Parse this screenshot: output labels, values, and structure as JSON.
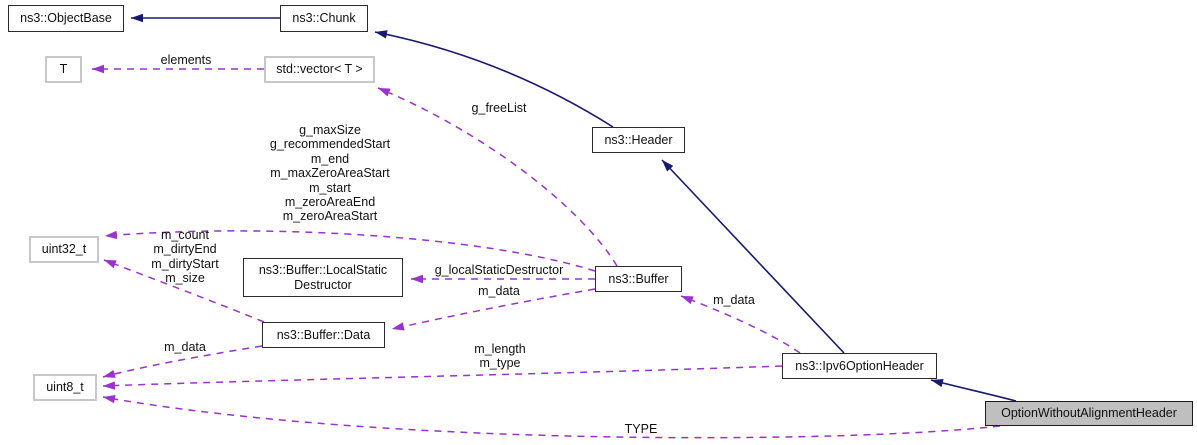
{
  "diagram": {
    "kind": "doxygen-collaboration-graph",
    "nodes": {
      "object_base": {
        "label": "ns3::ObjectBase"
      },
      "chunk": {
        "label": "ns3::Chunk"
      },
      "t_param": {
        "label": "T"
      },
      "vector": {
        "label": "std::vector< T >"
      },
      "header": {
        "label": "ns3::Header"
      },
      "uint32": {
        "label": "uint32_t"
      },
      "local_static_destructor": {
        "label": "ns3::Buffer::LocalStatic\nDestructor"
      },
      "buffer": {
        "label": "ns3::Buffer"
      },
      "buffer_data": {
        "label": "ns3::Buffer::Data"
      },
      "uint8": {
        "label": "uint8_t"
      },
      "ipv6_option_header": {
        "label": "ns3::Ipv6OptionHeader"
      },
      "option_without_alignment_header": {
        "label": "OptionWithoutAlignmentHeader"
      }
    },
    "edge_labels": {
      "elements": "elements",
      "g_free_list": "g_freeList",
      "buffer_uint32_members": "g_maxSize\ng_recommendedStart\nm_end\nm_maxZeroAreaStart\nm_start\nm_zeroAreaEnd\nm_zeroAreaStart",
      "bufferdata_uint32_members": "m_count\nm_dirtyEnd\nm_dirtyStart\nm_size",
      "g_local_static_destructor": "g_localStaticDestructor",
      "buffer_m_data": "m_data",
      "ipv6_m_data": "m_data",
      "bufferdata_m_data": "m_data",
      "ipv6_uint8_members": "m_length\nm_type",
      "type_const": "TYPE"
    },
    "colors": {
      "inheritance": "#191970",
      "usage": "#9a32cd",
      "selected_fill": "#bfbfbf"
    }
  }
}
